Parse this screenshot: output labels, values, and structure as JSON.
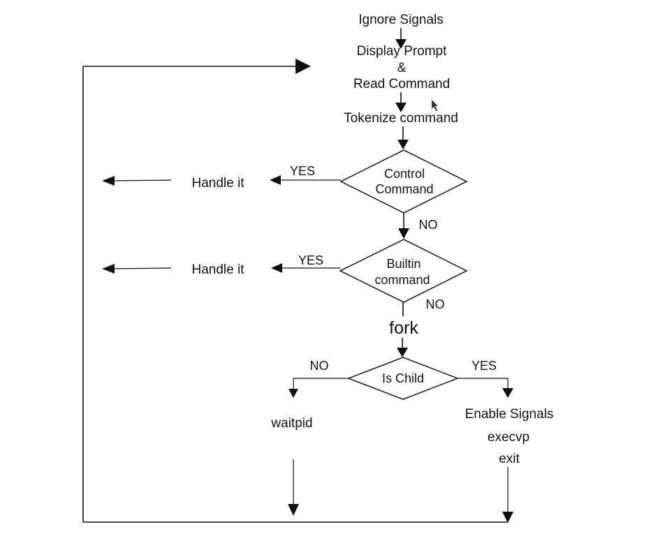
{
  "steps": {
    "ignore_signals": "Ignore Signals",
    "display_prompt": "Display Prompt",
    "ampersand": "&",
    "read_command": "Read Command",
    "tokenize": "Tokenize command",
    "fork": "fork",
    "waitpid": "waitpid",
    "enable_signals": "Enable Signals",
    "execvp": "execvp",
    "exit": "exit"
  },
  "decisions": {
    "control": {
      "line1": "Control",
      "line2": "Command"
    },
    "builtin": {
      "line1": "Builtin",
      "line2": "command"
    },
    "is_child": "Is Child"
  },
  "handlers": {
    "control": "Handle it",
    "builtin": "Handle it"
  },
  "branch_labels": {
    "control_yes": "YES",
    "control_no": "NO",
    "builtin_yes": "YES",
    "builtin_no": "NO",
    "child_no": "NO",
    "child_yes": "YES"
  }
}
